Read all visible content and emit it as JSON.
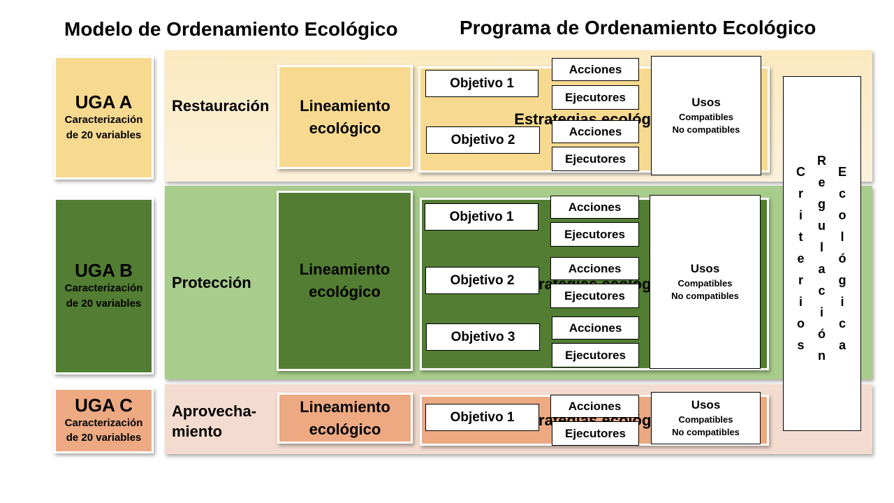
{
  "titles": {
    "modelo": "Modelo de Ordenamiento Ecológico",
    "programa": "Programa de Ordenamiento Ecológico"
  },
  "colors": {
    "uga_a": "#f7d98f",
    "band_a": "#fbebc6",
    "uga_b": "#527d32",
    "band_b": "#a8cc8b",
    "uga_c": "#eca982",
    "band_c": "#f3dccf"
  },
  "rows": [
    {
      "uga_title": "UGA A",
      "uga_sub1": "Caracterización",
      "uga_sub2": "de 20 variables",
      "policy": "Restauración",
      "lineamiento_1": "Lineamiento",
      "lineamiento_2": "ecológico",
      "estrategia": "Estrategias ecológicas",
      "objetivos": [
        "Objetivo 1",
        "Objetivo 2"
      ],
      "acciones": "Acciones",
      "ejecutores": "Ejecutores",
      "usos_title": "Usos",
      "usos_compatibles": "Compatibles",
      "usos_no_compatibles": "No compatibles"
    },
    {
      "uga_title": "UGA B",
      "uga_sub1": "Caracterización",
      "uga_sub2": "de 20 variables",
      "policy": "Protección",
      "lineamiento_1": "Lineamiento",
      "lineamiento_2": "ecológico",
      "estrategia": "Estrategias ecológicas",
      "objetivos": [
        "Objetivo 1",
        "Objetivo 2",
        "Objetivo 3"
      ],
      "acciones": "Acciones",
      "ejecutores": "Ejecutores",
      "usos_title": "Usos",
      "usos_compatibles": "Compatibles",
      "usos_no_compatibles": "No compatibles"
    },
    {
      "uga_title": "UGA C",
      "uga_sub1": "Caracterización",
      "uga_sub2": "de 20 variables",
      "policy_1": "Aprovecha-",
      "policy_2": "miento",
      "lineamiento_1": "Lineamiento",
      "lineamiento_2": "ecológico",
      "estrategia": "Estrategias ecológicas",
      "objetivos": [
        "Objetivo 1"
      ],
      "acciones": "Acciones",
      "ejecutores": "Ejecutores",
      "usos_title": "Usos",
      "usos_compatibles": "Compatibles",
      "usos_no_compatibles": "No compatibles"
    }
  ],
  "criterios": {
    "word1": [
      "C",
      "r",
      "i",
      "t",
      "e",
      "r",
      "i",
      "o",
      "s"
    ],
    "word2": [
      "R",
      "e",
      "g",
      "u",
      "l",
      "a",
      "c",
      "i",
      "ó",
      "n"
    ],
    "word3": [
      "E",
      "c",
      "o",
      "l",
      "ó",
      "g",
      "i",
      "c",
      "a"
    ]
  }
}
